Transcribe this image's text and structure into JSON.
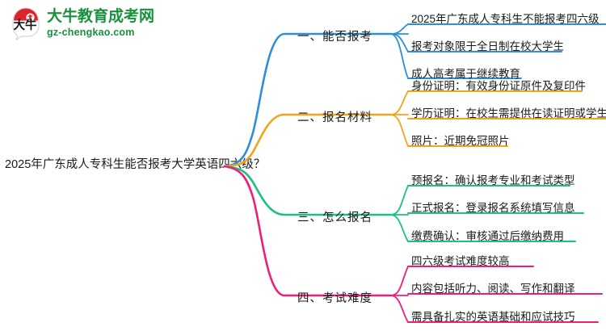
{
  "brand": {
    "logo_icon": "speech-bubble-logo-icon",
    "name_cn": "大牛教育成考网",
    "domain": "gz-chengkao.com",
    "color": "#18913f",
    "mark_color": "#d9262c"
  },
  "mindmap": {
    "root": "2025年广东成人专科生能否报考大学英语四六级？",
    "branches": [
      {
        "label": "一、能否报考",
        "color": "#2b8fda",
        "children": [
          "2025年广东成人专科生不能报考四六级",
          "报考对象限于全日制在校大学生",
          "成人高考属于继续教育"
        ]
      },
      {
        "label": "二、报名材料",
        "color": "#f0a51e",
        "children": [
          "身份证明：有效身份证原件及复印件",
          "学历证明：在校生需提供在读证明或学生证",
          "照片：近期免冠照片"
        ]
      },
      {
        "label": "三、怎么报名",
        "color": "#1cc17c",
        "children": [
          "预报名：确认报考专业和考试类型",
          "正式报名：登录报名系统填写信息",
          "缴费确认：审核通过后缴纳费用"
        ]
      },
      {
        "label": "四、考试难度",
        "color": "#ee1f79",
        "children": [
          "四六级考试难度较高",
          "内容包括听力、阅读、写作和翻译",
          "需具备扎实的英语基础和应试技巧"
        ]
      }
    ]
  }
}
